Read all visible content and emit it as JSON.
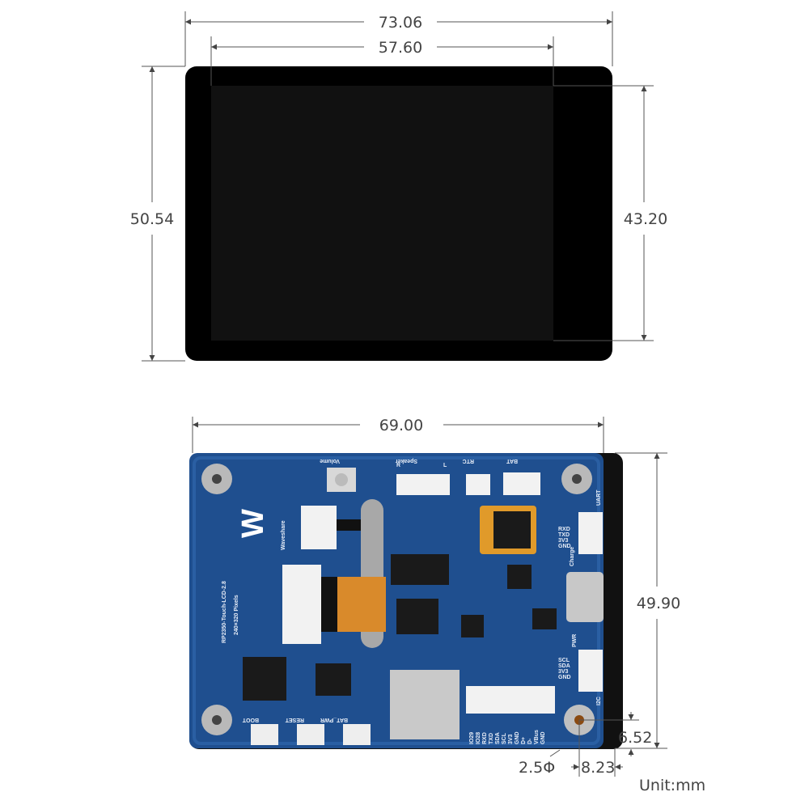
{
  "dimensions": {
    "display_width": "73.06",
    "screen_width": "57.60",
    "display_height": "50.54",
    "screen_height": "43.20",
    "board_width": "69.00",
    "board_height": "49.90",
    "hole_offset_y": "6.52",
    "hole_diameter": "2.5Φ",
    "hole_offset_x": "8.23",
    "unit": "Unit:mm"
  },
  "board": {
    "name": "RP2350-Touch-LCD-2.8",
    "resolution": "240×320 Pixels",
    "brand": "Waveshare",
    "labels": {
      "volume": "Volume",
      "speaker": "Speaker",
      "speaker_r": "R",
      "speaker_l": "L",
      "rtc": "RTC",
      "bat": "BAT",
      "uart": "UART",
      "charge": "Charge",
      "pwr": "PWR",
      "i2c": "I2C",
      "boot": "BOOT",
      "reset": "RESET",
      "bat_pwr": "BAT_PWR"
    },
    "uart_pins": [
      "RXD",
      "TXD",
      "3V3",
      "GND"
    ],
    "i2c_pins": [
      "SCL",
      "SDA",
      "3V3",
      "GND"
    ],
    "bottom_pins": [
      "IO29",
      "IO28",
      "RXD",
      "TXD",
      "SDA",
      "SCL",
      "3V3",
      "GND",
      "D+",
      "D-",
      "VBus",
      "GND"
    ]
  },
  "colors": {
    "pcb": "#1f4f8f",
    "bezel": "#000000",
    "screen": "#111111"
  }
}
